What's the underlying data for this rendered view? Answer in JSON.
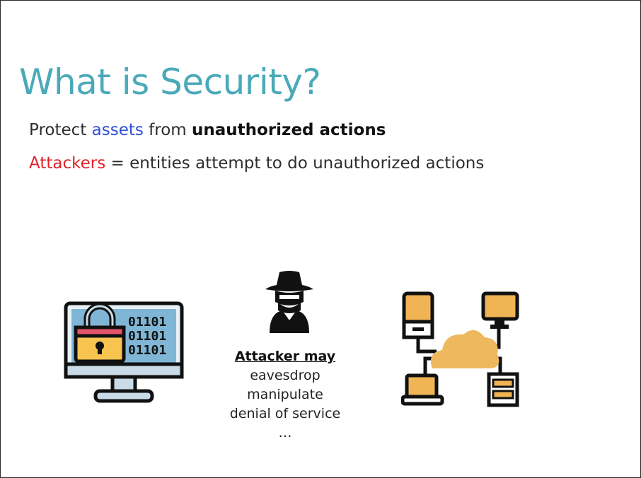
{
  "slide": {
    "title": "What is Security?",
    "line1": {
      "pre": "Protect ",
      "highlight": "assets",
      "mid": " from ",
      "bold": "unauthorized actions"
    },
    "line2": {
      "highlight": "Attackers",
      "rest": " = entities attempt to do unauthorized actions"
    },
    "attacker_caption": {
      "heading": "Attacker may",
      "items": [
        "eavesdrop",
        "manipulate",
        "denial of service",
        "…"
      ]
    },
    "monitor_code": [
      "01101",
      "01101",
      "01101"
    ],
    "icons": [
      "locked-computer-icon",
      "spy-icon",
      "cloud-network-icon"
    ],
    "colors": {
      "title": "#4aaab9",
      "assets": "#2f4fd6",
      "attackers": "#e0232a",
      "monitor_screen": "#7fb6d6",
      "lock_body": "#f6c44f",
      "lock_band": "#e5556a",
      "cloud": "#eeb85e",
      "device": "#f0b455"
    }
  }
}
